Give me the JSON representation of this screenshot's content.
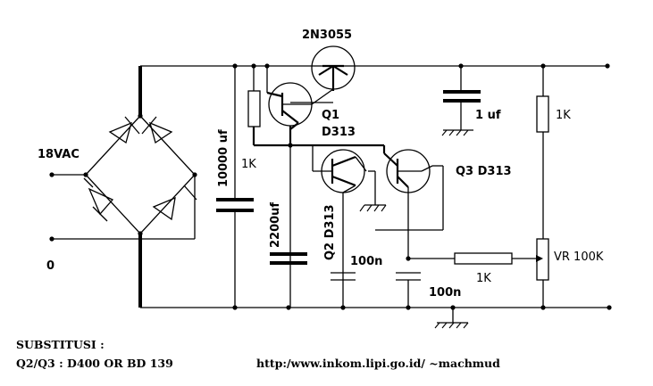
{
  "labels": {
    "q_power": "2N3055",
    "q1": "Q1",
    "q1_type": "D313",
    "q3": "Q3 D313",
    "q2": "Q2 D313",
    "c_filter": "10000 uf",
    "c_2200": "2200uf",
    "c_1uf": "1 uf",
    "c_100n_a": "100n",
    "c_100n_b": "100n",
    "r_base": "1K",
    "r_top": "1K",
    "r_fb": "1K",
    "vr": "VR 100K",
    "ac_in": "18VAC",
    "zero": "0"
  },
  "footer": {
    "title": "SUBSTITUSI :",
    "line": "Q2/Q3 : D400 OR BD 139",
    "url": "http:/www.inkom.lipi.go.id/ ~machmud"
  }
}
